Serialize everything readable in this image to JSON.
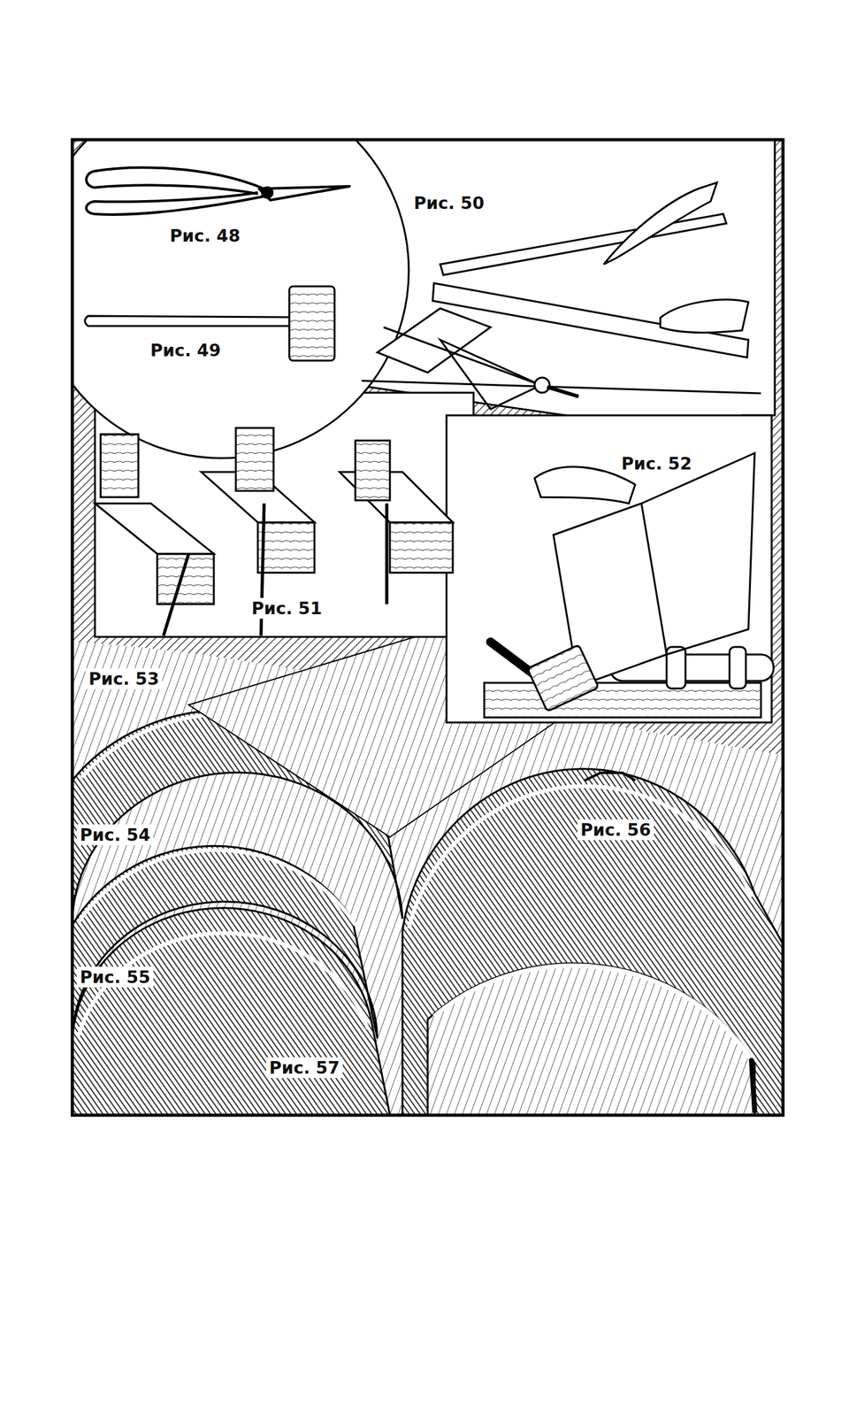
{
  "diagram": {
    "labels": [
      "Рис. 48",
      "Рис. 49",
      "Рис. 50",
      "Рис. 51",
      "Рис. 52",
      "Рис. 53",
      "Рис. 54",
      "Рис. 55",
      "Рис. 56",
      "Рис. 57"
    ]
  }
}
